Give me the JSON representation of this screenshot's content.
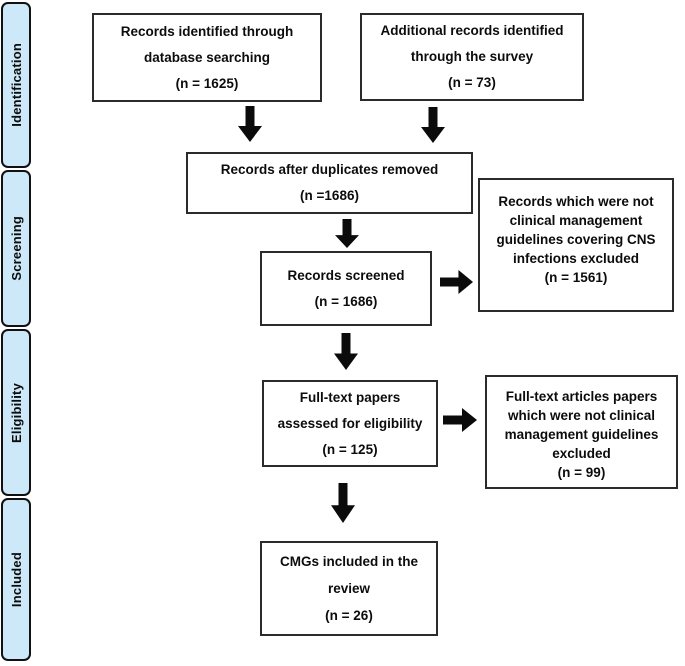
{
  "diagram": {
    "kind": "prisma-flow-diagram",
    "stages": [
      {
        "label": "Identification"
      },
      {
        "label": "Screening"
      },
      {
        "label": "Eligibility"
      },
      {
        "label": "Included"
      }
    ],
    "boxes": [
      {
        "id": "records-identified-database",
        "n": 1625,
        "lines": [
          "Records identified through",
          "database searching",
          "(n = 1625)"
        ]
      },
      {
        "id": "additional-records-survey",
        "n": 73,
        "lines": [
          "Additional records identified",
          "through the survey",
          "(n = 73)"
        ]
      },
      {
        "id": "records-after-duplicates-removed",
        "n": 1686,
        "lines": [
          "Records after duplicates removed",
          "(n =1686)"
        ]
      },
      {
        "id": "records-screened",
        "n": 1686,
        "lines": [
          "Records screened",
          "(n = 1686)"
        ]
      },
      {
        "id": "records-excluded-not-cmg",
        "n": 1561,
        "lines": [
          "Records which were not",
          "clinical management",
          "guidelines covering CNS",
          "infections excluded",
          "(n = 1561)"
        ]
      },
      {
        "id": "fulltext-assessed",
        "n": 125,
        "lines": [
          "Full-text papers",
          "assessed for eligibility",
          "(n = 125)"
        ]
      },
      {
        "id": "fulltext-excluded-not-cmg",
        "n": 99,
        "lines": [
          "Full-text articles papers",
          "which were not clinical",
          "management guidelines",
          "excluded",
          "(n = 99)"
        ]
      },
      {
        "id": "cmgs-included",
        "n": 26,
        "lines": [
          "CMGs included in the",
          "review",
          "(n = 26)"
        ]
      }
    ]
  },
  "colors": {
    "sidebar_fill": "#cde8f8",
    "sidebar_border": "#111111",
    "box_border": "#2b2b2b",
    "arrow": "#0b0b0b",
    "text": "#0c0c0c",
    "background": "#ffffff"
  }
}
